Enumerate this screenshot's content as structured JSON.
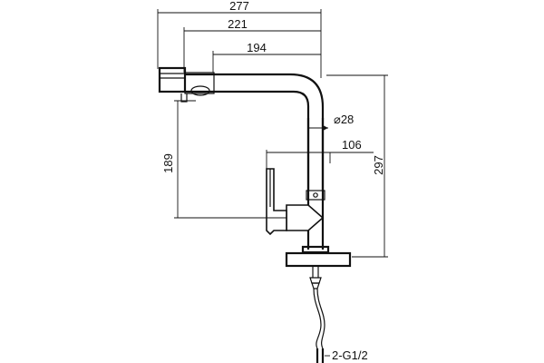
{
  "dimensions": {
    "overall_reach": "277",
    "spout_reach": "221",
    "arm_length": "194",
    "spout_diameter": "⌀28",
    "lever_height": "106",
    "outlet_height": "189",
    "total_height": "297",
    "connection": "2-G1/2"
  }
}
